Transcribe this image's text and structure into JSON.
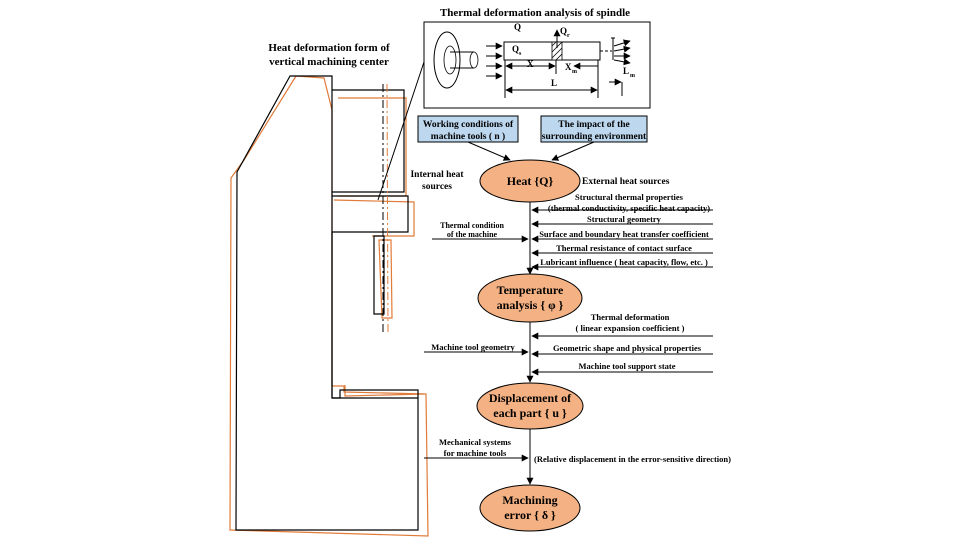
{
  "titles": {
    "spindle": "Thermal deformation analysis of spindle",
    "machine_line1": "Heat deformation form of",
    "machine_line2": "vertical machining center"
  },
  "spindle_labels": {
    "Q": "Q",
    "Qs": "Q",
    "Qs_sub": "s",
    "Qr": "Q",
    "Qr_sub": "r",
    "X": "X",
    "Xm": "X",
    "Xm_sub": "m",
    "L": "L",
    "Lm": "L",
    "Lm_sub": "m"
  },
  "inputs": {
    "working_line1": "Working conditions of",
    "working_line2": "machine tools ( n )",
    "env_line1": "The impact of the",
    "env_line2": "surrounding environment"
  },
  "heat_side": {
    "internal_line1": "Internal heat",
    "internal_line2": "sources",
    "external": "External heat sources"
  },
  "nodes": {
    "heat": "Heat {Q}",
    "temp_line1": "Temperature",
    "temp_line2": "analysis { φ }",
    "disp_line1": "Displacement of",
    "disp_line2": "each part { u }",
    "err_line1": "Machining",
    "err_line2": "error { δ }"
  },
  "heat_factors": {
    "f1_line1": "Structural thermal properties",
    "f1_line2": "(thermal conductivity, specific heat capacity)",
    "f2": "Structural geometry",
    "f3": "Surface and boundary heat transfer coefficient",
    "f4": "Thermal resistance of contact surface",
    "f5": "Lubricant influence ( heat capacity, flow, etc. )",
    "left_line1": "Thermal condition",
    "left_line2": "of the machine"
  },
  "temp_factors": {
    "f1_line1": "Thermal deformation",
    "f1_line2": "( linear expansion coefficient )",
    "f2": "Geometric shape and physical properties",
    "f3": "Machine tool support state",
    "left": "Machine tool geometry"
  },
  "disp_factors": {
    "left_line1": "Mechanical systems",
    "left_line2": "for machine tools",
    "right": "(Relative displacement in the error-sensitive direction)"
  }
}
